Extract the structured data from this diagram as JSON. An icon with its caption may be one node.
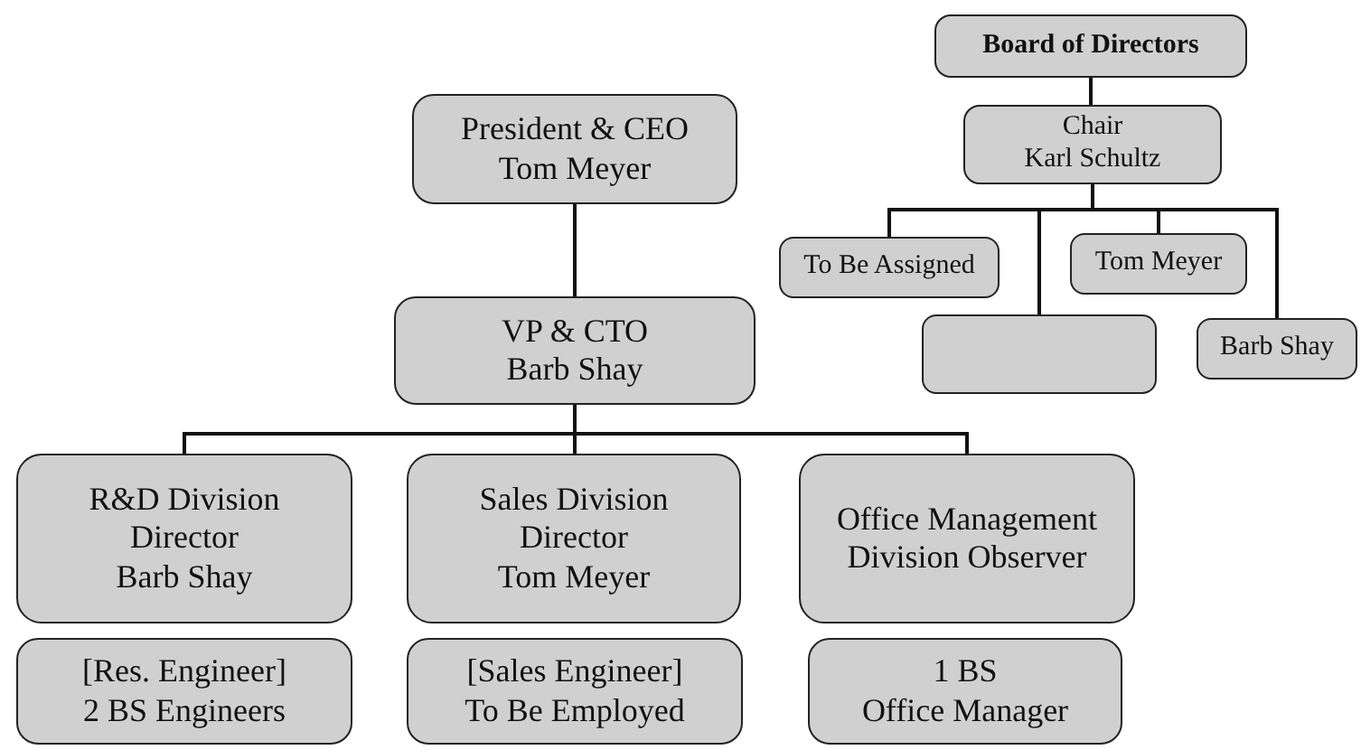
{
  "diagram": {
    "nodes": [
      {
        "text": [
          "Board of Directors"
        ]
      },
      {
        "text": [
          "Chair",
          "Karl Schultz"
        ]
      },
      {
        "text": [
          "President & CEO",
          "Tom Meyer"
        ]
      },
      {
        "text": [
          "To Be Assigned"
        ]
      },
      {
        "text": [
          "Tom Meyer"
        ]
      },
      {
        "text": [],
        "shape": "box"
      },
      {
        "text": [
          "Barb Shay"
        ]
      },
      {
        "text": [
          "VP & CTO",
          "Barb Shay"
        ]
      },
      {
        "text": [
          "R&D Division",
          "Director",
          "Barb Shay"
        ]
      },
      {
        "text": [
          "Sales Division",
          "Director",
          "Tom Meyer"
        ]
      },
      {
        "text": [
          "Office Management",
          "Division Observer"
        ]
      },
      {
        "text": [
          "[Res. Engineer]",
          "2 BS Engineers"
        ]
      },
      {
        "text": [
          "[Sales Engineer]",
          "To Be Employed"
        ]
      },
      {
        "text": [
          "1 BS",
          "Office Manager"
        ]
      }
    ],
    "edges": [
      {
        "from": 0,
        "to": 1,
        "arrow": "none"
      },
      {
        "from": 1,
        "to": 3,
        "arrow": "none"
      },
      {
        "from": 1,
        "to": 4,
        "arrow": "none"
      },
      {
        "from": 1,
        "to": 5,
        "arrow": "none"
      },
      {
        "from": 1,
        "to": 6,
        "arrow": "none"
      },
      {
        "from": 2,
        "to": 7,
        "arrow": "none"
      },
      {
        "from": 7,
        "to": 8,
        "arrow": "none"
      },
      {
        "from": 7,
        "to": 9,
        "arrow": "none"
      },
      {
        "from": 7,
        "to": 10,
        "arrow": "none"
      }
    ]
  }
}
